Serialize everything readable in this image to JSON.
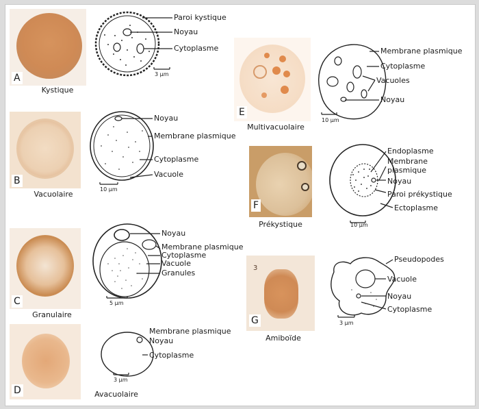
{
  "panels": {
    "A": {
      "letter": "A",
      "caption": "Kystique",
      "labels": [
        "Paroi kystique",
        "Noyau",
        "Cytoplasme"
      ],
      "scale": "3 µm"
    },
    "B": {
      "letter": "B",
      "caption": "Vacuolaire",
      "labels": [
        "Noyau",
        "Membrane plasmique",
        "Cytoplasme",
        "Vacuole"
      ],
      "scale": "10 µm"
    },
    "C": {
      "letter": "C",
      "caption": "Granulaire",
      "labels": [
        "Noyau",
        "Membrane plasmique",
        "Cytoplasme",
        "Vacuole",
        "Granules"
      ],
      "scale": "5 µm"
    },
    "D": {
      "letter": "D",
      "caption": "Avacuolaire",
      "labels": [
        "Membrane plasmique",
        "Noyau",
        "Cytoplasme"
      ],
      "scale": "3 µm"
    },
    "E": {
      "letter": "E",
      "caption": "Multivacuolaire",
      "labels": [
        "Membrane plasmique",
        "Cytoplasme",
        "Vacuoles",
        "Noyau"
      ],
      "scale": "10 µm"
    },
    "F": {
      "letter": "F",
      "caption": "Prékystique",
      "labels": [
        "Endoplasme",
        "Membrane\nplasmique",
        "Noyau",
        "Paroi prékystique",
        "Ectoplasme"
      ],
      "scale": "10 µm"
    },
    "G": {
      "letter": "G",
      "caption": "Amiboïde",
      "labels": [
        "Pseudopodes",
        "Vacuole",
        "Noyau",
        "Cytoplasme"
      ],
      "scale": "3 µm",
      "photo_mark": "3"
    }
  }
}
